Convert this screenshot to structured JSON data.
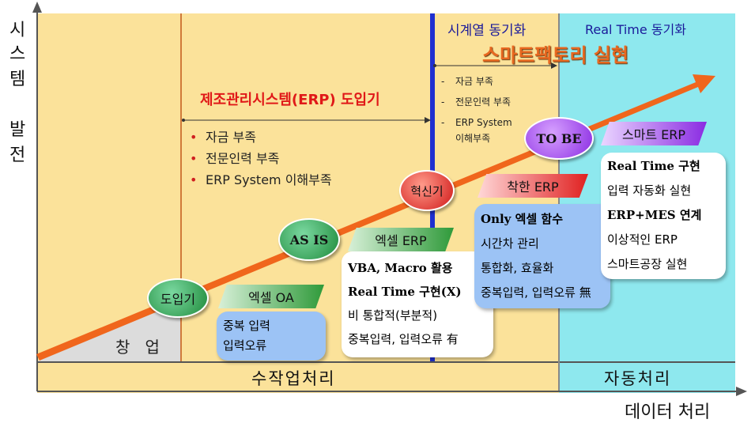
{
  "y_axis_label": [
    "시",
    "스",
    "템",
    "발",
    "전"
  ],
  "x_axis_label": "데이터 처리",
  "phases": {
    "timeseries_sync": "시계열 동기화",
    "realtime_sync": "Real Time 동기화",
    "smart_factory": "스마트팩토리 실현",
    "erp_intro": "제조관리시스템(ERP) 도입기"
  },
  "startup_label": "창   업",
  "bottom_bar": {
    "manual": "수작업처리",
    "auto": "자동처리"
  },
  "erp_intro_issues": [
    "자금 부족",
    "전문인력 부족",
    "ERP System 이해부족"
  ],
  "innovation_issues": [
    "자금 부족",
    "전문인력 부족",
    "ERP System\n이해부족"
  ],
  "stages": {
    "intro": "도입기",
    "as_is": "AS IS",
    "innovation": "혁신기",
    "to_be": "TO BE"
  },
  "tags": {
    "excel_oa": "엑셀 OA",
    "excel_erp": "엑셀 ERP",
    "good_erp": "착한 ERP",
    "smart_erp": "스마트 ERP"
  },
  "boxes": {
    "excel_oa": [
      "중복 입력",
      "입력오류"
    ],
    "excel_erp": [
      "VBA, Macro 활용",
      "Real Time 구현(X)",
      "비 통합적(부분적)",
      "중복입력, 입력오류 有"
    ],
    "good_erp": [
      "Only 엑셀 함수",
      "시간차 관리",
      "통합화, 효율화",
      "중복입력, 입력오류 無"
    ],
    "smart_erp": [
      "Real Time 구현",
      "입력 자동화 실현",
      "ERP+MES 연계",
      "이상적인 ERP",
      "스마트공장 실현"
    ]
  },
  "colors": {
    "yellow_zone": "#fbe29a",
    "cyan_zone": "#8ee8ee",
    "orange_arrow": "#f0661c",
    "blue_divider": "#1f2fd0",
    "red_text": "#e01818",
    "green_oval": "#1e8a3a",
    "purple_oval": "#8a2be2"
  }
}
